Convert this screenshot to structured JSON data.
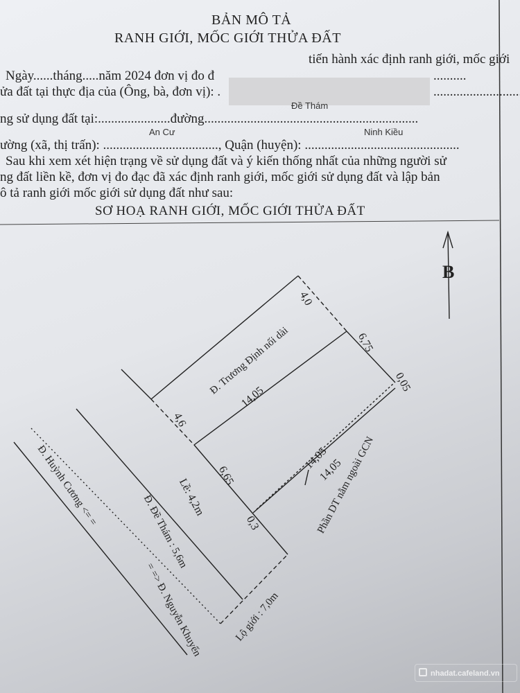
{
  "header": {
    "title1": "BẢN MÔ TẢ",
    "title2": "RANH GIỚI, MỐC GIỚI THỬA ĐẤT"
  },
  "body": {
    "line0": "tiến hành xác định ranh giới, mốc giới",
    "line1": "Ngày......tháng.....năm 2024   đơn vị đo đ",
    "line1_end": "..........",
    "line2": "ửa đất tại thực địa của (Ông, bà, đơn vị): .",
    "line2_end": "...............................",
    "line3": "ng sử dụng đất tại:......................đường.................................................................",
    "line4": "ường (xã, thị trấn): ..................................., Quận (huyện): ...............................................",
    "line5": "Sau khi xem xét hiện trạng về sử dụng đất và ý kiến thống nhất của những người sử",
    "line6": "ng đất liền kề, đơn vị đo đạc đã xác định ranh giới, mốc giới sử dụng đất và lập bản",
    "line7": "ô tả ranh giới mốc giới sử dụng đất như sau:",
    "street": "Đề Thám",
    "ward": "An Cư",
    "district": "Ninh Kiều"
  },
  "sketch": {
    "title": "SƠ HOẠ RANH GIỚI, MỐC GIỚI THỬA ĐẤT",
    "north": "B",
    "labels": {
      "top": "4,0",
      "right": "6,75",
      "corner": "0,05",
      "road_top": "Đ. Trương Định nối dài",
      "mid": "14,05",
      "left_top": "4,6",
      "left_bottom": "6,65",
      "bottom1": "14,05",
      "bottom2": "14,05",
      "outside": "Phần DT nằm ngoài GCN",
      "small": "0,3",
      "sidewalk": "Lề: 4,2m",
      "road_main": "Đ. Đề Thám : 5,6m",
      "road_left": "Đ. Huỳnh Cương <= =",
      "road_right": "= => Đ. Nguyễn Khuyến",
      "row": "Lộ giới : 7,0m"
    }
  },
  "watermark": "nhadat.cafeland.vn"
}
